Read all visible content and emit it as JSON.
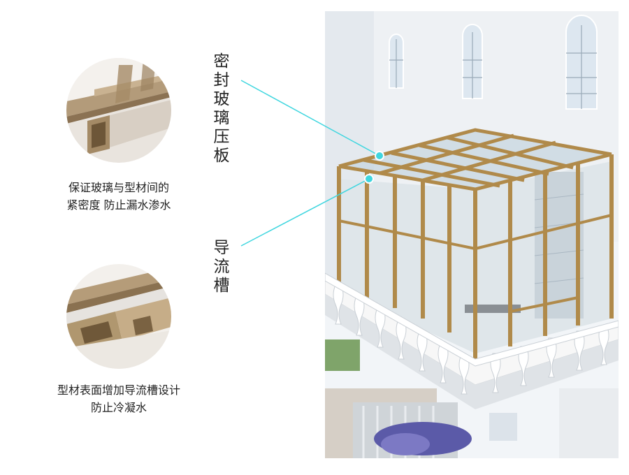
{
  "labels": {
    "seal_plate": [
      "密",
      "封",
      "玻",
      "璃",
      "压",
      "板"
    ],
    "gutter": [
      "导",
      "流",
      "槽"
    ]
  },
  "captions": {
    "top": [
      "保证玻璃与型材间的",
      "紧密度  防止漏水渗水"
    ],
    "bottom": [
      "型材表面增加导流槽设计",
      "防止冷凝水"
    ]
  },
  "colors": {
    "leader_line": "#3fd6df",
    "frame": "#b08a4a",
    "wall": "#eef1f4"
  }
}
